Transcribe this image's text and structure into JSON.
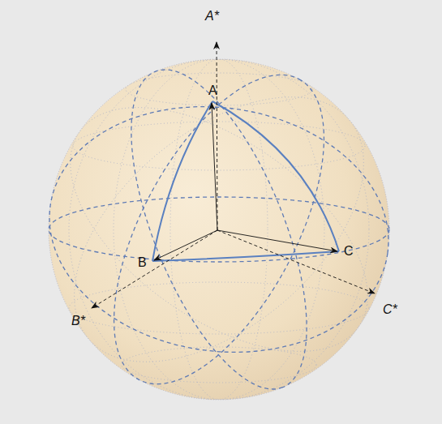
{
  "diagram": {
    "labels": [
      "A*",
      "A",
      "B",
      "C",
      "B*",
      "C*"
    ]
  }
}
